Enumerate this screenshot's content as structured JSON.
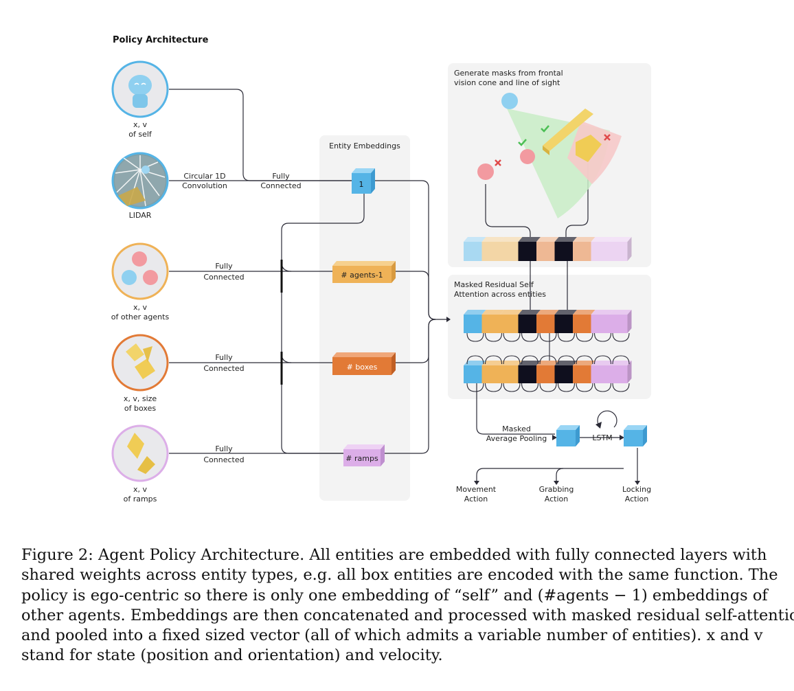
{
  "figure": {
    "title": "Policy Architecture",
    "inputs": {
      "self": {
        "label": "x, v",
        "sublabel": "of self"
      },
      "lidar": {
        "label": "LIDAR",
        "op_line1": "Circular 1D",
        "op_line2": "Convolution",
        "fc_line1": "Fully",
        "fc_line2": "Connected"
      },
      "agents": {
        "label": "x, v",
        "sublabel": "of other agents",
        "fc_line1": "Fully",
        "fc_line2": "Connected"
      },
      "boxes": {
        "label": "x, v, size",
        "sublabel": "of boxes",
        "fc_line1": "Fully",
        "fc_line2": "Connected"
      },
      "ramps": {
        "label": "x, v",
        "sublabel": "of ramps",
        "fc_line1": "Fully",
        "fc_line2": "Connected"
      }
    },
    "embeddings": {
      "title": "Entity Embeddings",
      "self_box": "1",
      "agents_box": "# agents-1",
      "boxes_box": "# boxes",
      "ramps_box": "# ramps"
    },
    "masks": {
      "line1": "Generate masks from frontal",
      "line2": "vision cone and line of sight"
    },
    "attention": {
      "line1": "Masked Residual Self",
      "line2": "Attention across entities"
    },
    "pooling": {
      "line1": "Masked",
      "line2": "Average Pooling",
      "lstm": "LSTM"
    },
    "actions": {
      "movement": {
        "line1": "Movement",
        "line2": "Action"
      },
      "grabbing": {
        "line1": "Grabbing",
        "line2": "Action"
      },
      "locking": {
        "line1": "Locking",
        "line2": "Action"
      }
    },
    "colors": {
      "self_blue": "#55b4e6",
      "agent_orange": "#efb257",
      "box_orange": "#e27a36",
      "ramp_pink": "#dcaee8",
      "masked_black": "#0f0f1e",
      "panel_gray": "#f2f2f2",
      "line": "#2a2a36"
    }
  },
  "caption": {
    "line1": "Figure 2: Agent Policy Architecture. All entities are embedded with fully connected layers with",
    "line2": "shared weights across entity types, e.g. all box entities are encoded with the same function. The",
    "line3": "policy is ego-centric so there is only one embedding of “self” and (#agents − 1) embeddings of",
    "line4": "other agents. Embeddings are then concatenated and processed with masked residual self-attention",
    "line5": "and pooled into a fixed sized vector (all of which admits a variable number of entities). x and v",
    "line6": "stand for state (position and orientation) and velocity."
  }
}
